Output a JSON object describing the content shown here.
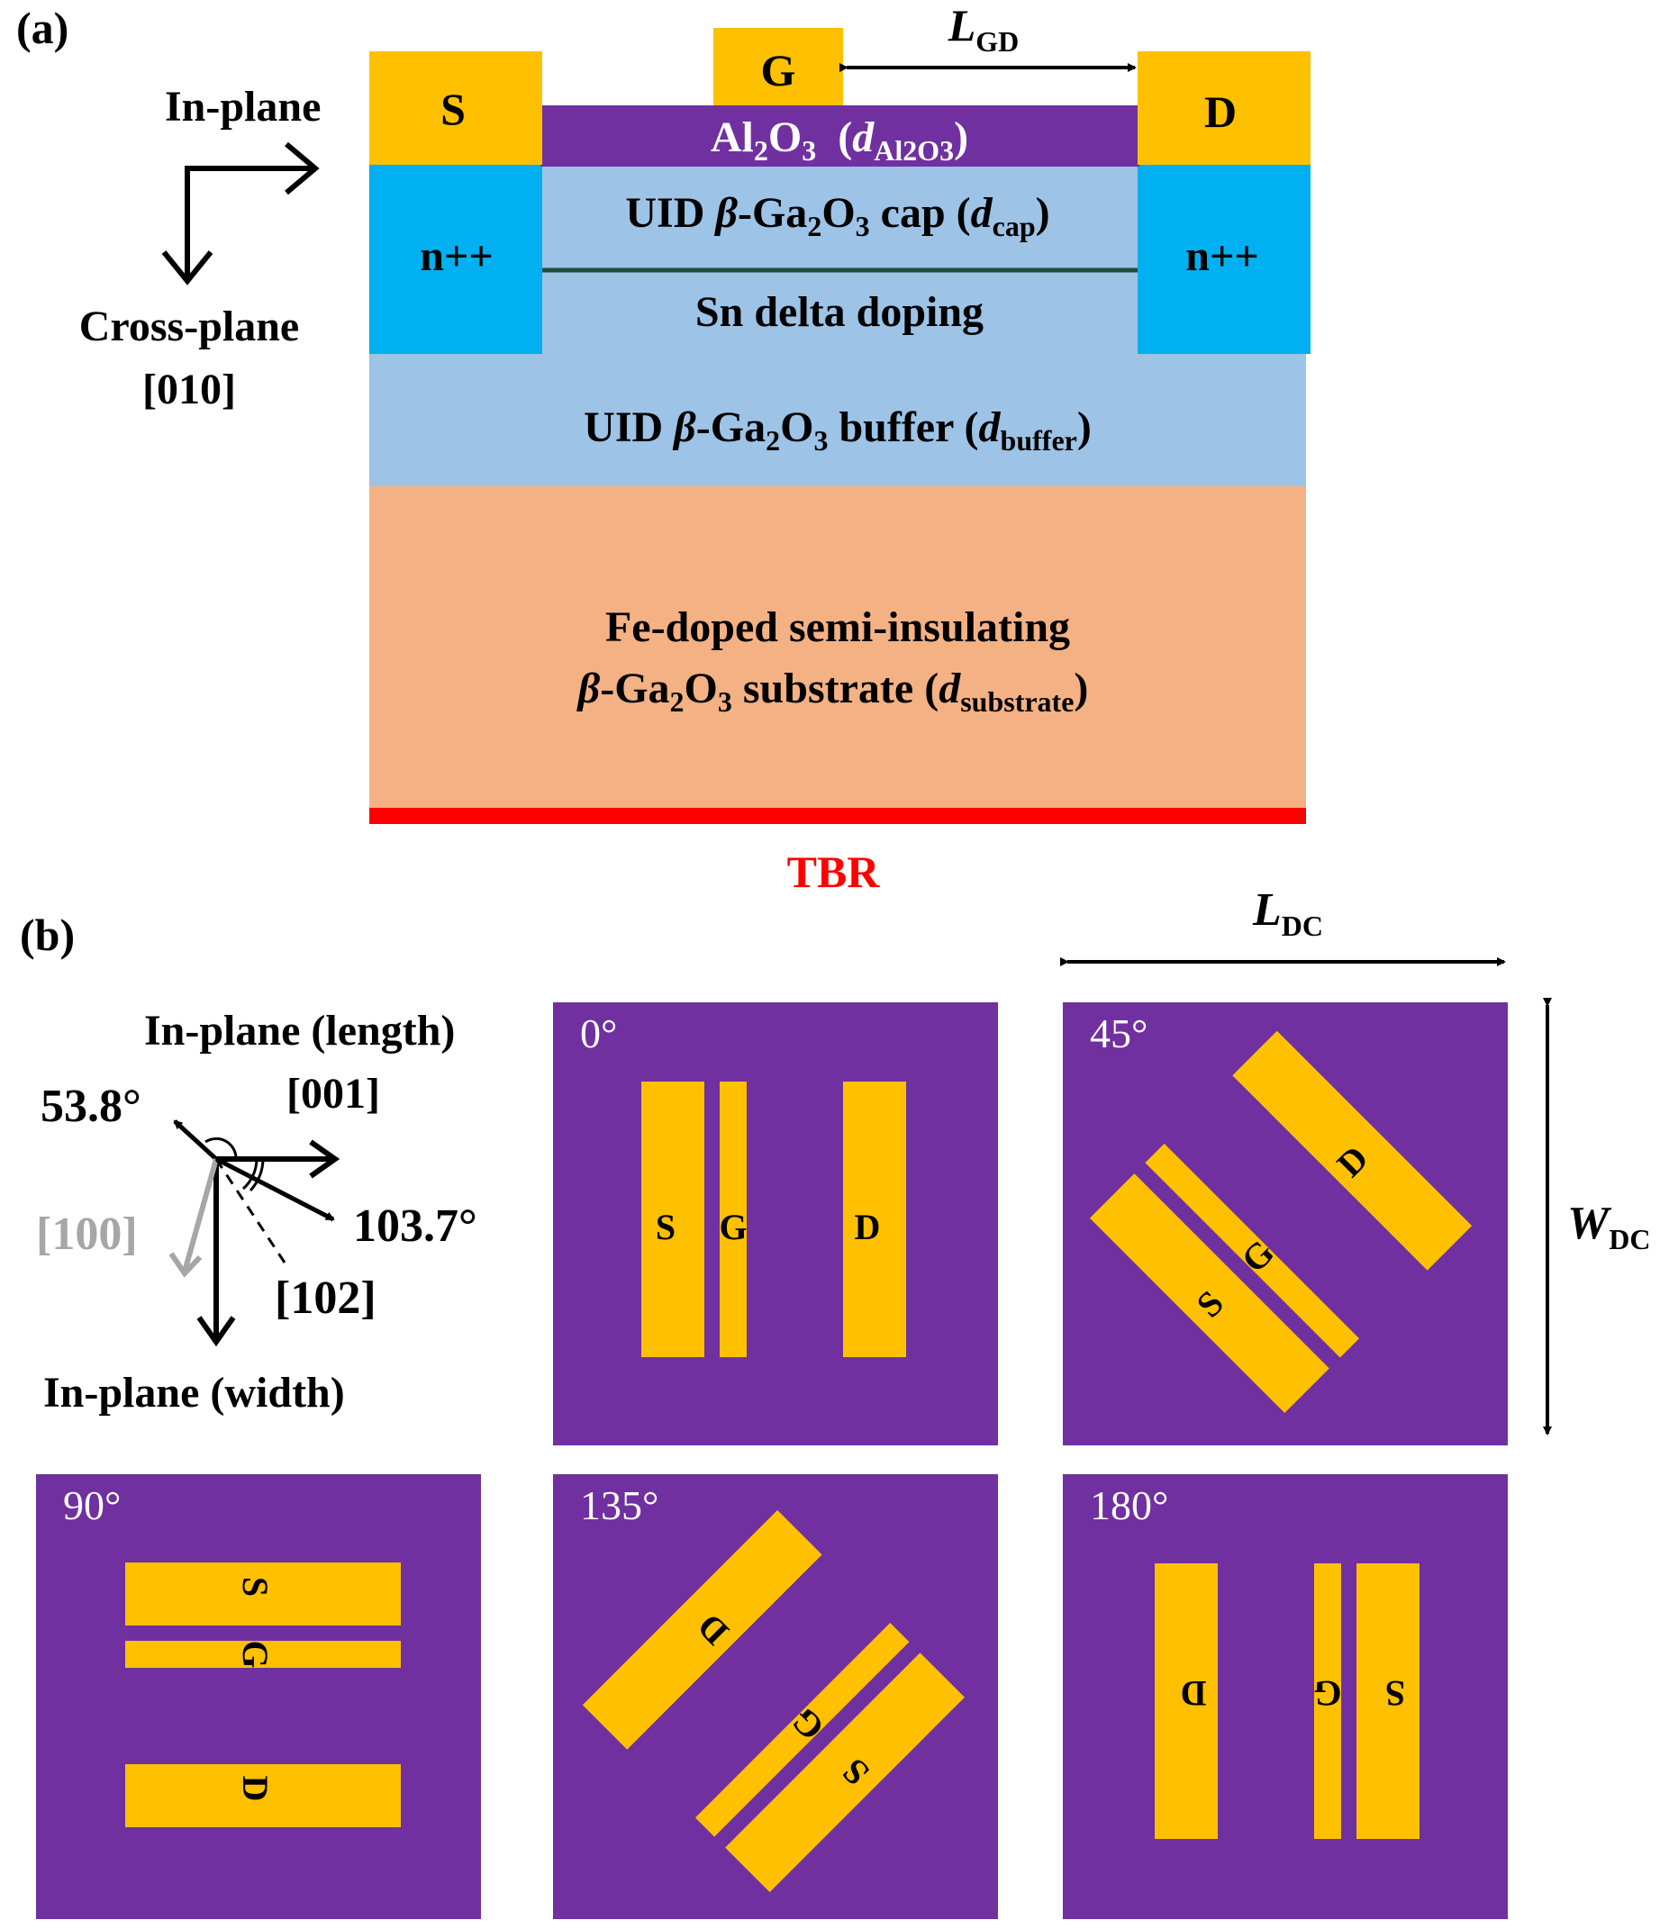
{
  "colors": {
    "contact": "#ffc000",
    "oxide": "#7030a0",
    "n_plus": "#00b0f0",
    "cap_buffer": "#9dc3e6",
    "substrate": "#f4b183",
    "tbr": "#ff0000",
    "delta": "#1f4e3d",
    "axis_gray": "#a6a6a6"
  },
  "panel_a": {
    "label": "(a)",
    "in_plane": "In-plane",
    "cross_plane": "Cross-plane",
    "cross_plane_dir": "[010]",
    "source": "S",
    "gate": "G",
    "drain": "D",
    "lgd": {
      "main": "L",
      "sub": "GD"
    },
    "n_plus_left": "n++",
    "n_plus_right": "n++",
    "oxide": {
      "p1": "Al",
      "s1": "2",
      "p2": "O",
      "s2": "3",
      "p3": "  (",
      "d": "d",
      "sub": "Al2O3",
      "p4": ")"
    },
    "cap": {
      "p1": "UID ",
      "beta": "β",
      "p2": "-Ga",
      "s1": "2",
      "p3": "O",
      "s2": "3",
      "p4": " cap (",
      "d": "d",
      "sub": "cap",
      "p5": ")"
    },
    "delta": "Sn delta doping",
    "buffer": {
      "p1": "UID ",
      "beta": "β",
      "p2": "-Ga",
      "s1": "2",
      "p3": "O",
      "s2": "3",
      "p4": " buffer (",
      "d": "d",
      "sub": "buffer",
      "p5": ")"
    },
    "substrate_line1": "Fe-doped semi-insulating",
    "substrate_line2": {
      "beta": "β",
      "p2": "-Ga",
      "s1": "2",
      "p3": "O",
      "s2": "3",
      "p4": " substrate (",
      "d": "d",
      "sub": "substrate",
      "p5": ")"
    },
    "tbr": "TBR"
  },
  "panel_b": {
    "label": "(b)",
    "in_plane_length": "In-plane (length)",
    "dir_001": "[001]",
    "angle_1": "53.8°",
    "angle_2": "103.7°",
    "dir_100": "[100]",
    "dir_102": "[102]",
    "in_plane_width": "In-plane (width)",
    "ldc": {
      "main": "L",
      "sub": "DC"
    },
    "wdc": {
      "main": "W",
      "sub": "DC"
    },
    "orientations": [
      {
        "angle_label": "0°",
        "rotation": 0,
        "first": "S",
        "middle": "G",
        "last": "D"
      },
      {
        "angle_label": "45°",
        "rotation": -45,
        "first": "S",
        "middle": "G",
        "last": "D"
      },
      {
        "angle_label": "90°",
        "rotation": 90,
        "first": "S",
        "middle": "G",
        "last": "D"
      },
      {
        "angle_label": "135°",
        "rotation": -135,
        "first": "S",
        "middle": "G",
        "last": "D"
      },
      {
        "angle_label": "180°",
        "rotation": 180,
        "first": "S",
        "middle": "G",
        "last": "D"
      }
    ]
  }
}
